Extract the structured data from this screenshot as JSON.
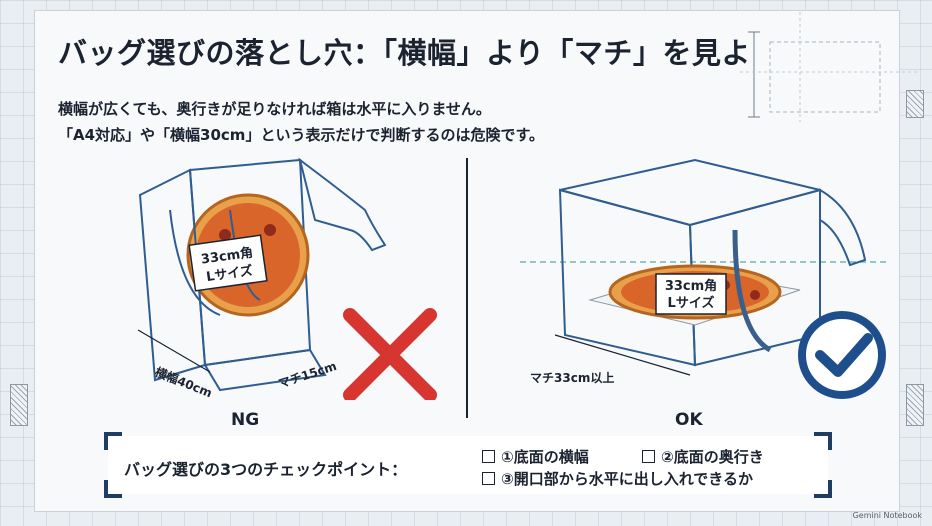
{
  "title": "バッグ選びの落とし穴：「横幅」より「マチ」を見よ",
  "subtitle_lines": [
    "横幅が広くても、奥行きが足りなければ箱は水平に入りません。",
    "「A4対応」や「横幅30cm」という表示だけで判断するのは危険です。"
  ],
  "ng_panel": {
    "label": "NG",
    "tag_line1": "33cm角",
    "tag_line2": "Lサイズ",
    "width_dim": "横幅40cm",
    "depth_dim": "マチ15cm",
    "mark_icon": "cross-icon",
    "mark_color": "#d6362f"
  },
  "ok_panel": {
    "label": "OK",
    "tag_line1": "33cm角",
    "tag_line2": "Lサイズ",
    "depth_dim": "マチ33cm以上",
    "mark_icon": "check-circle-icon",
    "mark_color": "#1f4e8c"
  },
  "checklist": {
    "heading": "バッグ選びの3つのチェックポイント：",
    "items": [
      "①底面の横幅",
      "②底面の奥行き",
      "③開口部から水平に出し入れできるか"
    ]
  },
  "watermark": "Gemini Notebook",
  "colors": {
    "bag": "#2f5d91",
    "accent": "#1e3c64",
    "pizza": "#d9652a"
  }
}
